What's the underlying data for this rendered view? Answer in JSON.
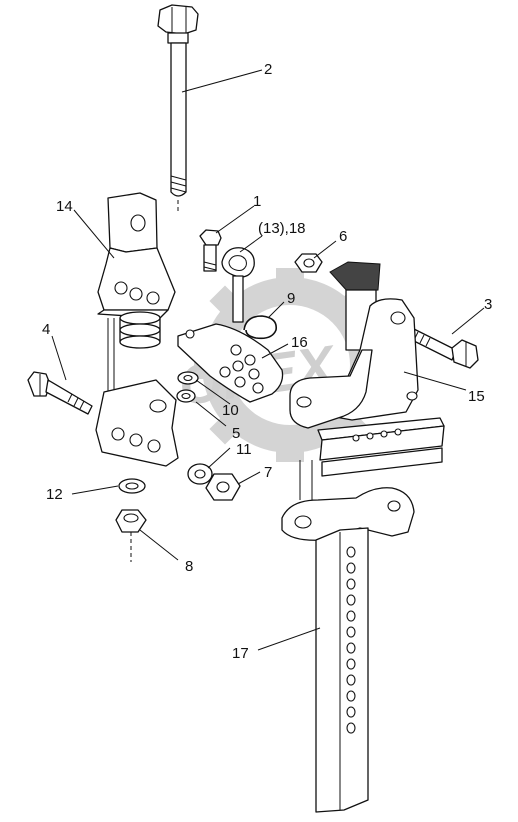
{
  "diagram": {
    "watermark": {
      "text": "OPEX"
    },
    "callouts": [
      {
        "id": "c2",
        "label": "2"
      },
      {
        "id": "c1",
        "label": "1"
      },
      {
        "id": "c14",
        "label": "14"
      },
      {
        "id": "c13-18",
        "label": "(13),18"
      },
      {
        "id": "c6",
        "label": "6"
      },
      {
        "id": "c9",
        "label": "9"
      },
      {
        "id": "c3",
        "label": "3"
      },
      {
        "id": "c4",
        "label": "4"
      },
      {
        "id": "c16",
        "label": "16"
      },
      {
        "id": "c15",
        "label": "15"
      },
      {
        "id": "c10",
        "label": "10"
      },
      {
        "id": "c5",
        "label": "5"
      },
      {
        "id": "c11",
        "label": "11"
      },
      {
        "id": "c7",
        "label": "7"
      },
      {
        "id": "c12",
        "label": "12"
      },
      {
        "id": "c8",
        "label": "8"
      },
      {
        "id": "c17",
        "label": "17"
      }
    ]
  }
}
